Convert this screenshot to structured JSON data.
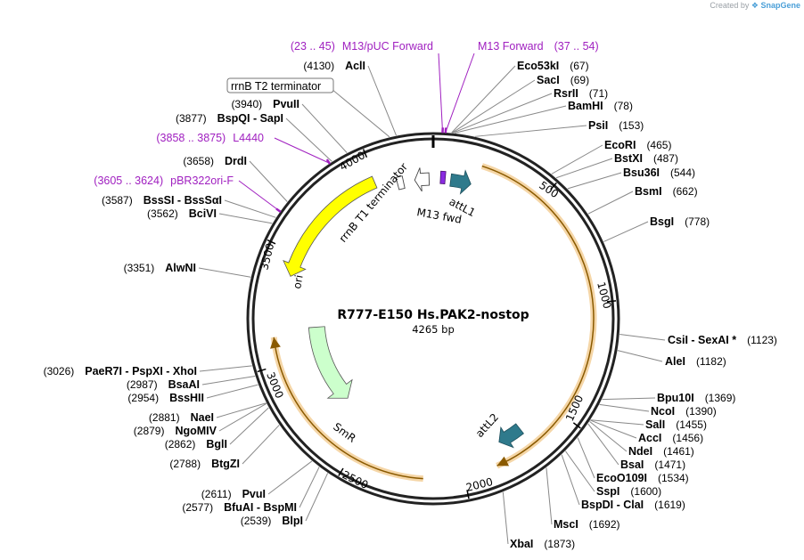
{
  "credit": {
    "prefix": "Created by",
    "brand": "SnapGene"
  },
  "plasmid": {
    "name": "R777-E150 Hs.PAK2-nostop",
    "length_text": "4265 bp",
    "length": 4265
  },
  "ticks": [
    "500",
    "1000",
    "1500",
    "2000",
    "2500",
    "3000",
    "3500",
    "4000"
  ],
  "features": [
    {
      "id": "ori",
      "label": "ori",
      "color": "#ffff00"
    },
    {
      "id": "smr",
      "label": "SmR",
      "color": "#ccffcc"
    },
    {
      "id": "attl1",
      "label": "attL1",
      "color": "#2f7a8c"
    },
    {
      "id": "attl2",
      "label": "attL2",
      "color": "#2f7a8c"
    },
    {
      "id": "m13fwd",
      "label": "M13 fwd",
      "color": "#8a2be2"
    },
    {
      "id": "rrnbt1",
      "label": "rrnB T1 terminator",
      "color": "#ffffff"
    },
    {
      "id": "rrnbt2",
      "label": "rrnB T2 terminator",
      "color": "#ffffff"
    },
    {
      "id": "pak2",
      "label": "",
      "color": "#e8a33c"
    }
  ],
  "primers_left": [
    {
      "range": "(23 .. 45)",
      "name": "M13/pUC Forward"
    },
    {
      "range": "(3858 .. 3875)",
      "name": "L4440"
    },
    {
      "range": "(3605 .. 3624)",
      "name": "pBR322ori-F"
    }
  ],
  "primers_right": [
    {
      "name": "M13 Forward",
      "range": "(37 .. 54)"
    }
  ],
  "sites_right": [
    {
      "name": "Eco53kI",
      "pos": "(67)"
    },
    {
      "name": "SacI",
      "pos": "(69)"
    },
    {
      "name": "RsrII",
      "pos": "(71)"
    },
    {
      "name": "BamHI",
      "pos": "(78)"
    },
    {
      "name": "PsiI",
      "pos": "(153)"
    },
    {
      "name": "EcoRI",
      "pos": "(465)"
    },
    {
      "name": "BstXI",
      "pos": "(487)"
    },
    {
      "name": "Bsu36I",
      "pos": "(544)"
    },
    {
      "name": "BsmI",
      "pos": "(662)"
    },
    {
      "name": "BsgI",
      "pos": "(778)"
    },
    {
      "name": "CsiI - SexAI *",
      "pos": "(1123)"
    },
    {
      "name": "AleI",
      "pos": "(1182)"
    },
    {
      "name": "Bpu10I",
      "pos": "(1369)"
    },
    {
      "name": "NcoI",
      "pos": "(1390)"
    },
    {
      "name": "SalI",
      "pos": "(1455)"
    },
    {
      "name": "AccI",
      "pos": "(1456)"
    },
    {
      "name": "NdeI",
      "pos": "(1461)"
    },
    {
      "name": "BsaI",
      "pos": "(1471)"
    },
    {
      "name": "EcoO109I",
      "pos": "(1534)"
    },
    {
      "name": "SspI",
      "pos": "(1600)"
    },
    {
      "name": "BspDI - ClaI",
      "pos": "(1619)"
    },
    {
      "name": "MscI",
      "pos": "(1692)"
    },
    {
      "name": "XbaI",
      "pos": "(1873)"
    }
  ],
  "sites_left": [
    {
      "pos": "(4130)",
      "name": "AclI"
    },
    {
      "pos": "(3940)",
      "name": "PvuII"
    },
    {
      "pos": "(3877)",
      "name": "BspQI - SapI"
    },
    {
      "pos": "(3658)",
      "name": "DrdI"
    },
    {
      "pos": "(3587)",
      "name": "BssSI - BssSαI"
    },
    {
      "pos": "(3562)",
      "name": "BciVI"
    },
    {
      "pos": "(3351)",
      "name": "AlwNI"
    },
    {
      "pos": "(3026)",
      "name": "PaeR7I - PspXI - XhoI"
    },
    {
      "pos": "(2987)",
      "name": "BsaAI"
    },
    {
      "pos": "(2954)",
      "name": "BssHII"
    },
    {
      "pos": "(2881)",
      "name": "NaeI"
    },
    {
      "pos": "(2879)",
      "name": "NgoMIV"
    },
    {
      "pos": "(2862)",
      "name": "BglI"
    },
    {
      "pos": "(2788)",
      "name": "BtgZI"
    },
    {
      "pos": "(2611)",
      "name": "PvuI"
    },
    {
      "pos": "(2577)",
      "name": "BfuAI - BspMI"
    },
    {
      "pos": "(2539)",
      "name": "BlpI"
    }
  ]
}
